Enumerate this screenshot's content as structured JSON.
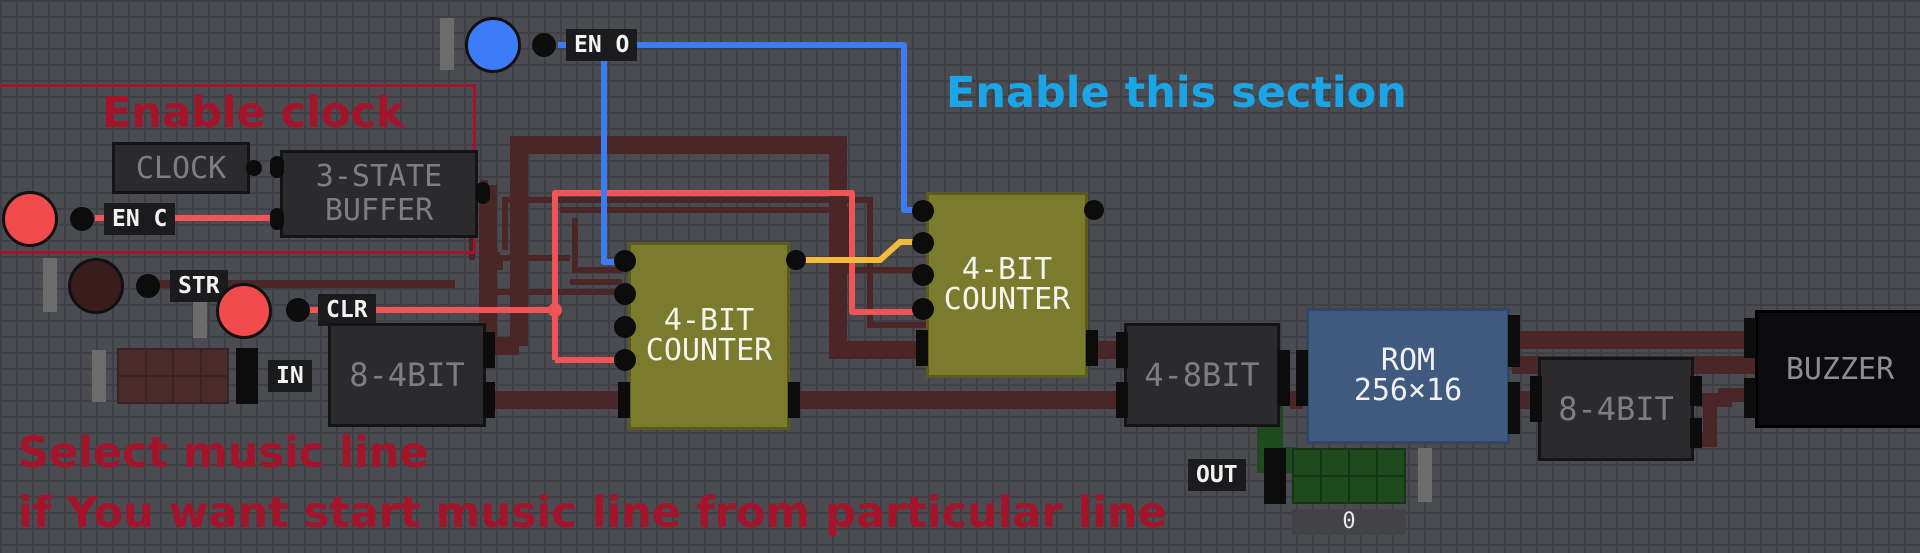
{
  "titles": {
    "enable_section": "Enable this section",
    "enable_clock": "Enable clock",
    "select_line": "Select music line",
    "start_line": "if You want start music line from particular line"
  },
  "labels": {
    "en_o": "EN O",
    "en_c": "EN C",
    "str": "STR",
    "clr": "CLR",
    "in": "IN",
    "out": "OUT",
    "out_value": "0"
  },
  "components": {
    "clock": "CLOCK",
    "buffer": "3-STATE\nBUFFER",
    "splitter_in": "8-4BIT",
    "counter1": "4-BIT\nCOUNTER",
    "counter2": "4-BIT\nCOUNTER",
    "joiner": "4-8BIT",
    "rom": "ROM\n256×16",
    "splitter_out": "8-4BIT",
    "buzzer": "BUZZER"
  },
  "colors": {
    "blue_wire": "#3d7cf0",
    "red_wire": "#f05456",
    "yellow_wire": "#f5b93b",
    "bus_wire": "#4a2626",
    "label_red": "#a3142a",
    "label_blue": "#1aa5e6",
    "blue_button": "#3d7cf8",
    "red_button": "#f04a4d",
    "dark_button": "#3a1c1c"
  }
}
